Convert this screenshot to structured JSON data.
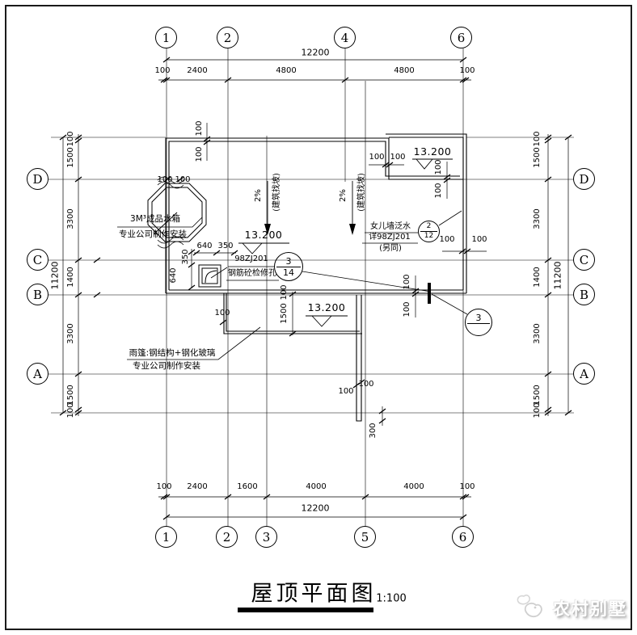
{
  "page": {
    "title": "屋顶平面图",
    "scale": "1:100",
    "watermark_text": "农村别墅"
  },
  "grid_bubbles": {
    "top": [
      "1",
      "2",
      "4",
      "6"
    ],
    "bottom": [
      "1",
      "2",
      "3",
      "5",
      "6"
    ],
    "left": [
      "D",
      "C",
      "B",
      "A"
    ],
    "right": [
      "D",
      "C",
      "B",
      "A"
    ]
  },
  "dimensions": {
    "top": {
      "overall": "12200",
      "segments": [
        "100",
        "2400",
        "4800",
        "4800",
        "100"
      ]
    },
    "bottom": {
      "overall": "12200",
      "segments": [
        "100",
        "2400",
        "1600",
        "4000",
        "4000",
        "100"
      ]
    },
    "left": {
      "overall": "11200",
      "segments_top_to_bottom": [
        "100",
        "1500",
        "3300",
        "1400",
        "3300",
        "1500",
        "100"
      ]
    },
    "right": {
      "overall": "11200",
      "segments_top_to_bottom": [
        "100",
        "1500",
        "3300",
        "1400",
        "3300",
        "1500",
        "100"
      ]
    }
  },
  "elevation_marks": [
    "13.200",
    "13.200",
    "13.200"
  ],
  "slope_note": {
    "percent": "2%",
    "method": "(建筑找坡)"
  },
  "annotations": {
    "water_tank": {
      "line1": "3M³成品水箱",
      "line2": "专业公司制作安装"
    },
    "canopy": {
      "line1": "雨篷:钢结构+钢化玻璃",
      "line2": "专业公司制作安装"
    },
    "access_hatch": {
      "code": "98ZJ201",
      "name": "钢筋砼检修孔",
      "detail_no": "3",
      "detail_sheet": "14"
    },
    "parapet_flashing": {
      "line1": "女儿墙泛水",
      "line2": "详98ZJ201",
      "line3": "(另同)",
      "detail_no": "2",
      "detail_sheet": "12"
    },
    "right_detail": {
      "detail_no": "3",
      "detail_sheet": ""
    }
  },
  "small_dims": {
    "tl_100_a": "100",
    "tl_100_b": "100",
    "d_row_100_a": "100",
    "d_row_100_b": "100",
    "hatch_640_h": "640",
    "hatch_350_h": "350",
    "hatch_350_v": "350",
    "hatch_640_v": "640",
    "canopy_100": "100",
    "canopy_100_v": "100",
    "canopy_1500": "1500",
    "tr_100_a": "100",
    "tr_100_b": "100",
    "r_100_a": "100",
    "r_100_b": "100",
    "r_100_c": "100",
    "r_100_d": "100",
    "rb_100_a": "100",
    "rb_100_b": "100",
    "stub_100_a": "100",
    "stub_100_b": "100",
    "stub_300": "300"
  }
}
